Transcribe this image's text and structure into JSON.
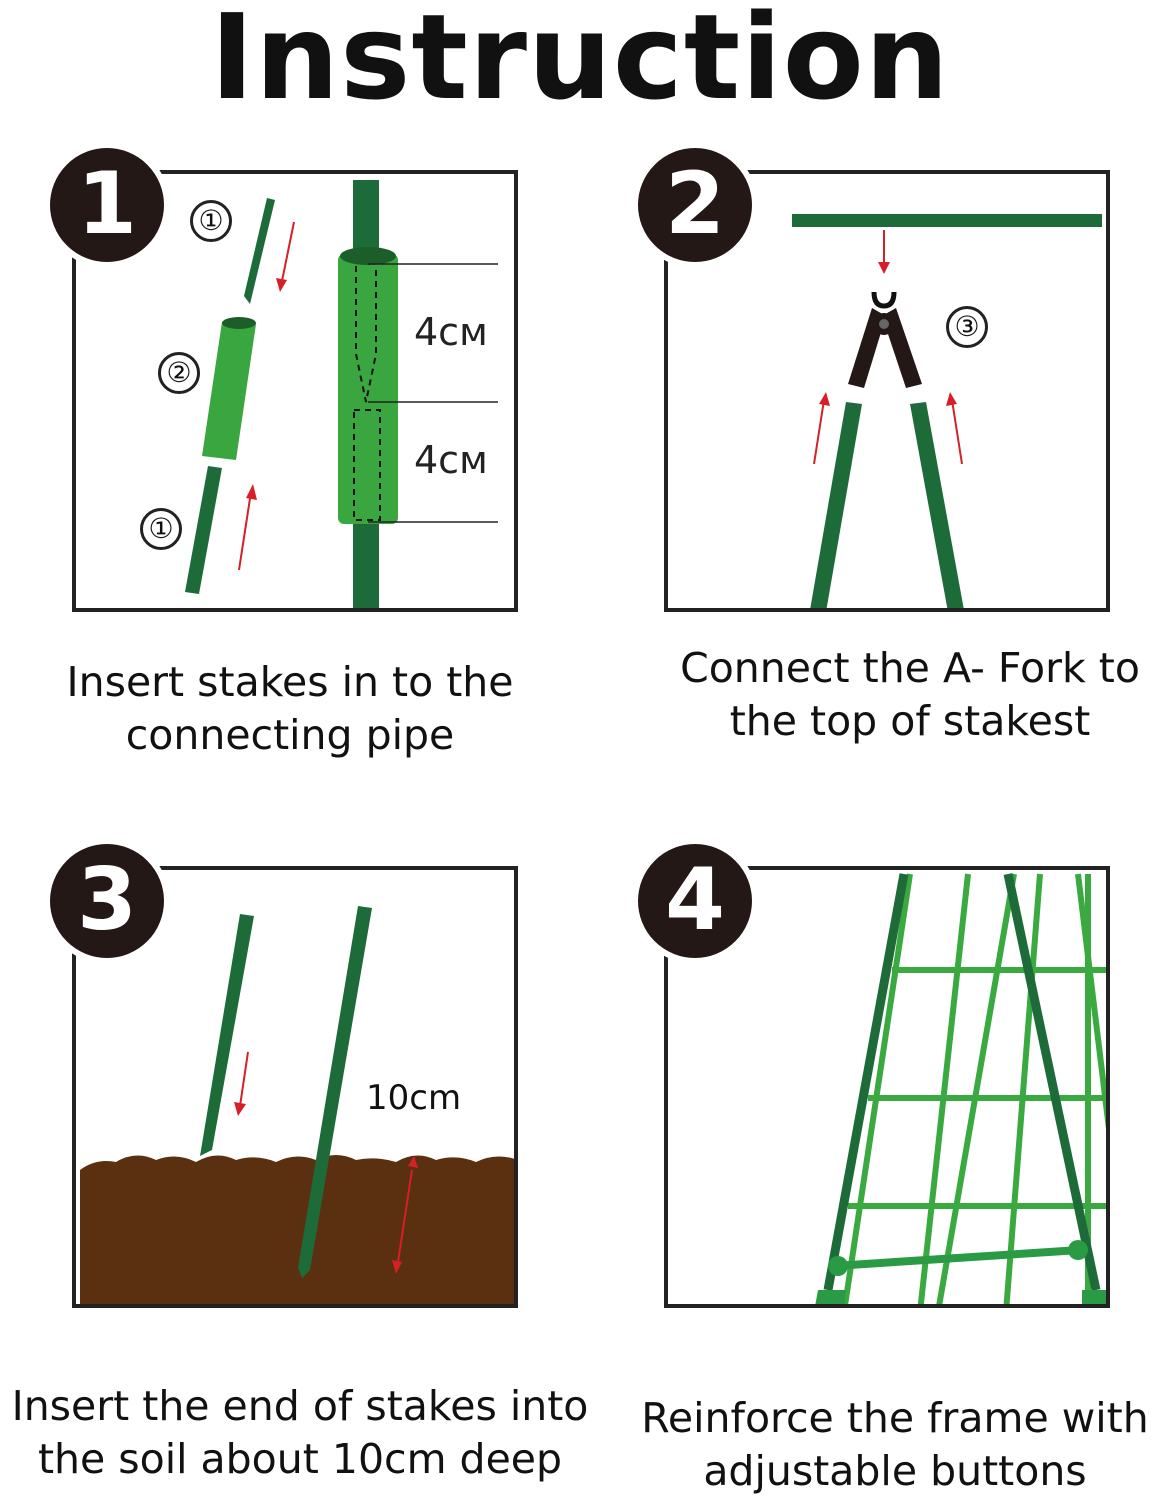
{
  "title": "Instruction",
  "colors": {
    "stake_dark": "#1e6b3a",
    "stake_light": "#2a9a44",
    "pipe_green": "#3aa640",
    "arrow_red": "#d61f26",
    "soil": "#5a3010",
    "badge": "#231815"
  },
  "steps": [
    {
      "number": "1",
      "caption_line1": "Insert stakes in to the",
      "caption_line2": "connecting pipe",
      "parts": {
        "stake_top": "①",
        "pipe": "②",
        "stake_bottom": "①"
      },
      "dimensions": {
        "upper": "4cм",
        "lower": "4cм"
      }
    },
    {
      "number": "2",
      "caption_line1": "Connect the A- Fork to",
      "caption_line2": "the top of stakest",
      "parts": {
        "fork": "③"
      }
    },
    {
      "number": "3",
      "caption_line1": "Insert the end of stakes into",
      "caption_line2": "the soil about 10cm deep",
      "depth_label": "10cm"
    },
    {
      "number": "4",
      "caption_line1": "Reinforce the frame with",
      "caption_line2": "adjustable buttons"
    }
  ]
}
